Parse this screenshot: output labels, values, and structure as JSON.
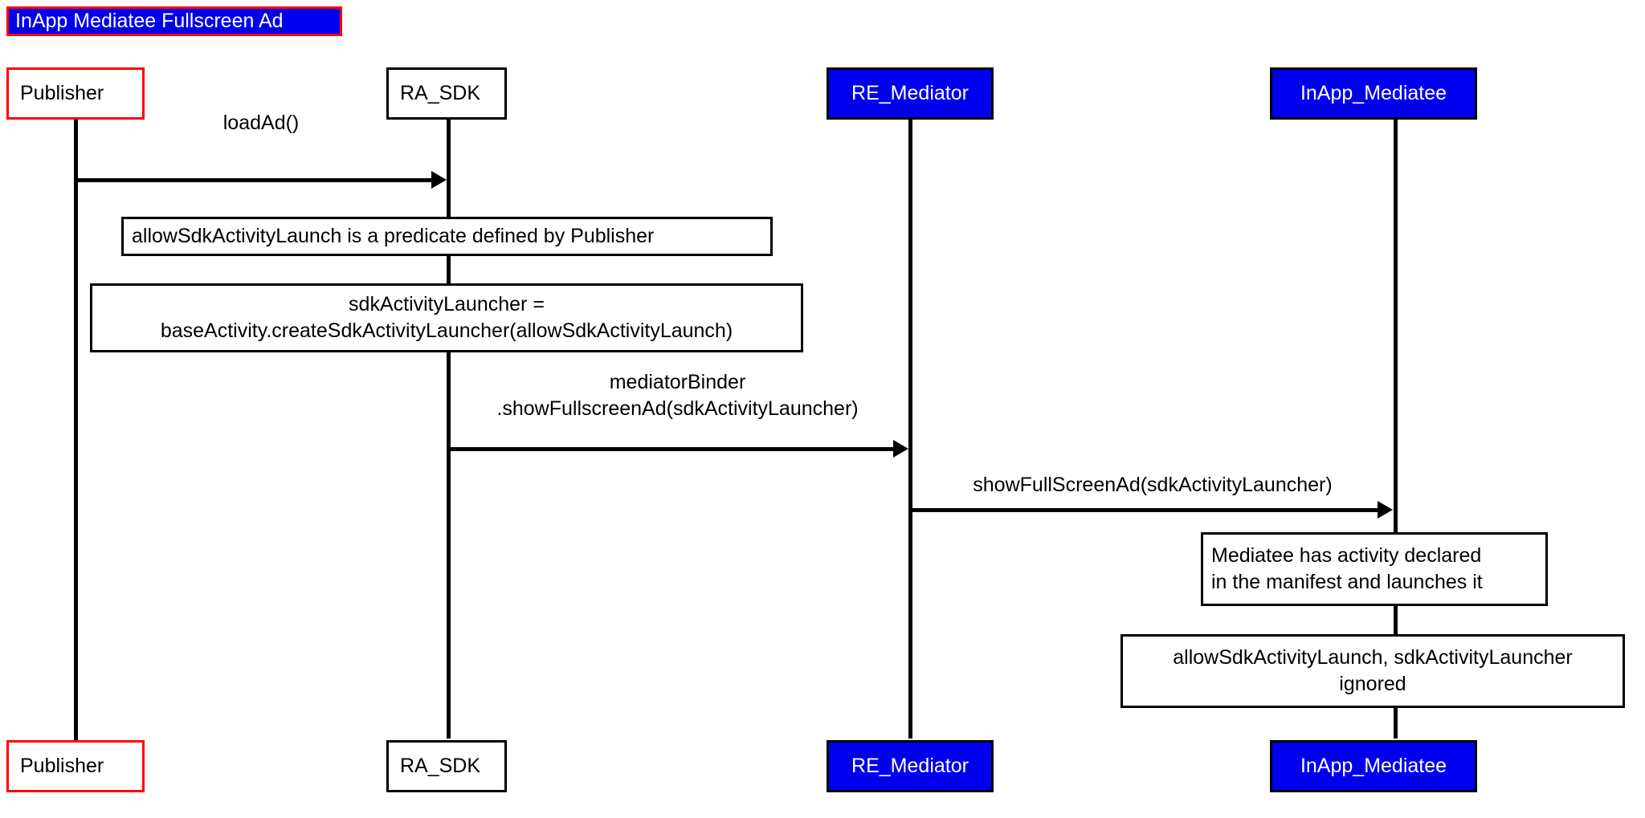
{
  "diagram": {
    "title": "InApp Mediatee Fullscreen Ad",
    "type": "uml-sequence-diagram",
    "colors": {
      "title_background": "#0000ee",
      "title_border": "#ff0000",
      "title_text": "#ffffff",
      "highlight_box_background": "#0000ee",
      "highlight_box_text": "#ffffff",
      "publisher_border": "#ff0000",
      "default_border": "#000000",
      "default_text": "#000000",
      "canvas_background": "#ffffff"
    }
  },
  "participants": [
    {
      "id": "publisher",
      "label": "Publisher",
      "style": "red-outline"
    },
    {
      "id": "ra_sdk",
      "label": "RA_SDK",
      "style": "black-outline"
    },
    {
      "id": "re_mediator",
      "label": "RE_Mediator",
      "style": "blue-filled"
    },
    {
      "id": "inapp",
      "label": "InApp_Mediatee",
      "style": "blue-filled"
    }
  ],
  "messages": [
    {
      "id": "msg-load-ad",
      "from": "publisher",
      "to": "ra_sdk",
      "label": "loadAd()",
      "lines": [
        "loadAd()"
      ]
    },
    {
      "id": "msg-show-fullscreen-ad",
      "from": "ra_sdk",
      "to": "re_mediator",
      "label": "mediatorBinder\n.showFullscreenAd(sdkActivityLauncher)",
      "lines": [
        "mediatorBinder",
        ".showFullscreenAd(sdkActivityLauncher)"
      ]
    },
    {
      "id": "msg-show-full-screen-ad",
      "from": "re_mediator",
      "to": "inapp",
      "label": "showFullScreenAd(sdkActivityLauncher)",
      "lines": [
        "showFullScreenAd(sdkActivityLauncher)"
      ]
    }
  ],
  "notes": [
    {
      "id": "note-predicate",
      "attached_to": "publisher",
      "align": "left",
      "text": "allowSdkActivityLaunch is a predicate defined by Publisher",
      "lines": [
        "allowSdkActivityLaunch is a predicate defined by Publisher"
      ]
    },
    {
      "id": "note-sdk-activity-launcher",
      "attached_to": "publisher",
      "align": "center",
      "text": "sdkActivityLauncher =\nbaseActivity.createSdkActivityLauncher(allowSdkActivityLaunch)",
      "lines": [
        "sdkActivityLauncher =",
        "baseActivity.createSdkActivityLauncher(allowSdkActivityLaunch)"
      ]
    },
    {
      "id": "note-manifest",
      "attached_to": "inapp",
      "align": "left",
      "text": "Mediatee has activity declared\nin the manifest and launches it",
      "lines": [
        "Mediatee has activity declared",
        "in the manifest and launches it"
      ]
    },
    {
      "id": "note-ignored",
      "attached_to": "inapp",
      "align": "center",
      "text": "allowSdkActivityLaunch, sdkActivityLauncher\nignored",
      "lines": [
        "allowSdkActivityLaunch, sdkActivityLauncher",
        "ignored"
      ]
    }
  ]
}
